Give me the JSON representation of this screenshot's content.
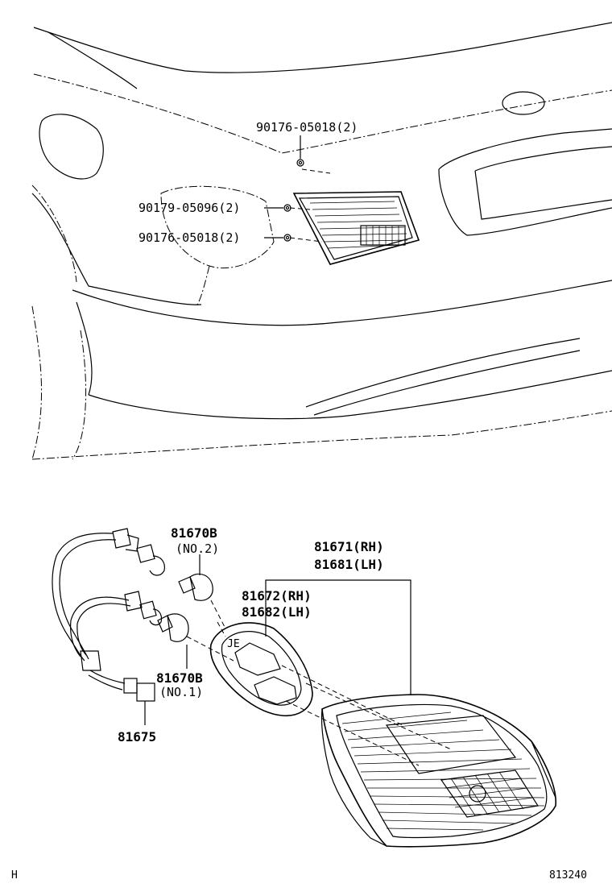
{
  "callouts": {
    "nut_top": "90176-05018(2)",
    "nut_mid": "90179-05096(2)",
    "nut_low": "90176-05018(2)",
    "bulb_no2_part": "81670B",
    "bulb_no2_label": "(NO.2)",
    "bulb_no1_part": "81670B",
    "bulb_no1_label": "(NO.1)",
    "socket_wire": "81675",
    "lamp_rh": "81671(RH)",
    "lamp_lh": "81681(LH)",
    "gasket_rh": "81672(RH)",
    "gasket_lh": "81682(LH)",
    "gasket_stamp": "JE"
  },
  "footer": {
    "corner_letter": "H",
    "diagram_number": "813240"
  }
}
